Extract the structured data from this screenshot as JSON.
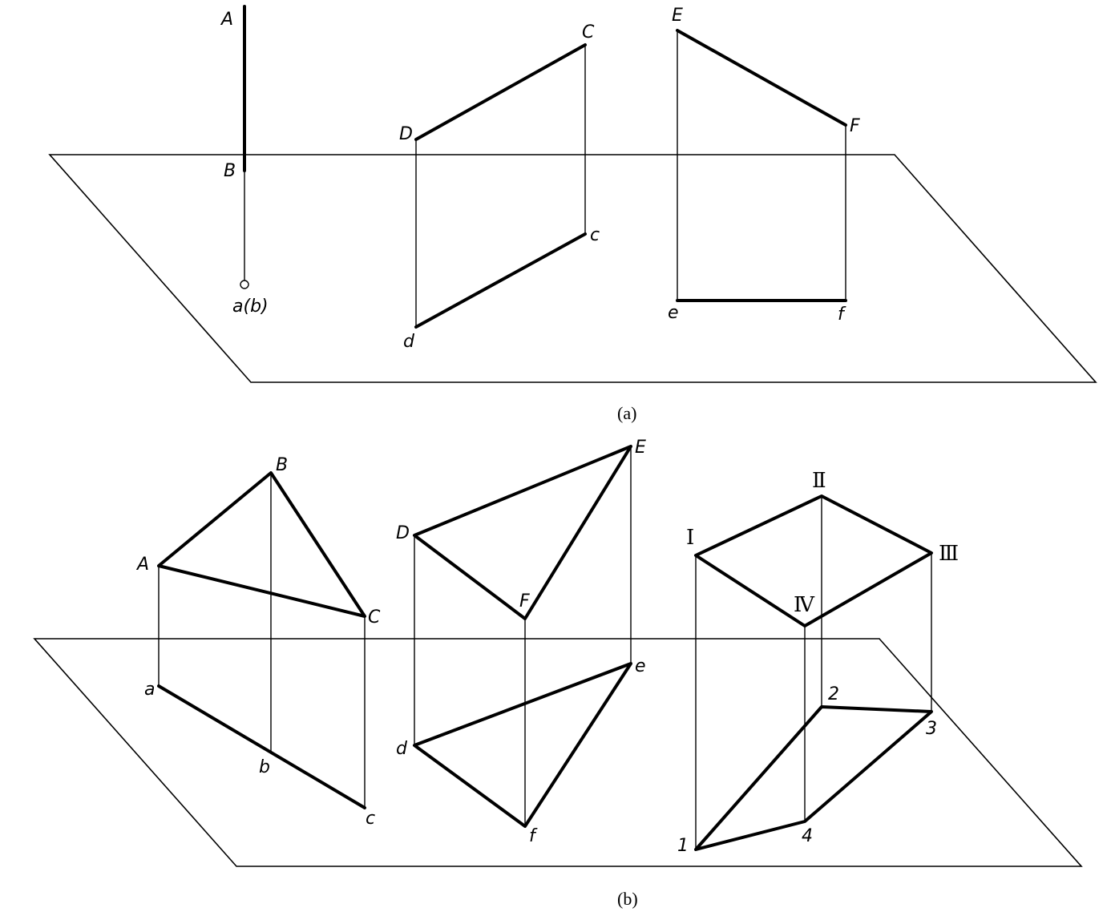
{
  "captions": {
    "a": "(a)",
    "b": "(b)"
  },
  "panel_a": {
    "A": "A",
    "B": "B",
    "ab": "a(b)",
    "C": "C",
    "D": "D",
    "c": "c",
    "d": "d",
    "E": "E",
    "F": "F",
    "e": "e",
    "f": "f"
  },
  "panel_b": {
    "A": "A",
    "B": "B",
    "C": "C",
    "a": "a",
    "b": "b",
    "c": "c",
    "D": "D",
    "E": "E",
    "F": "F",
    "d": "d",
    "e": "e",
    "f": "f",
    "I": "Ⅰ",
    "II": "Ⅱ",
    "III": "Ⅲ",
    "IV": "Ⅳ",
    "n1": "1",
    "n2": "2",
    "n3": "3",
    "n4": "4"
  }
}
